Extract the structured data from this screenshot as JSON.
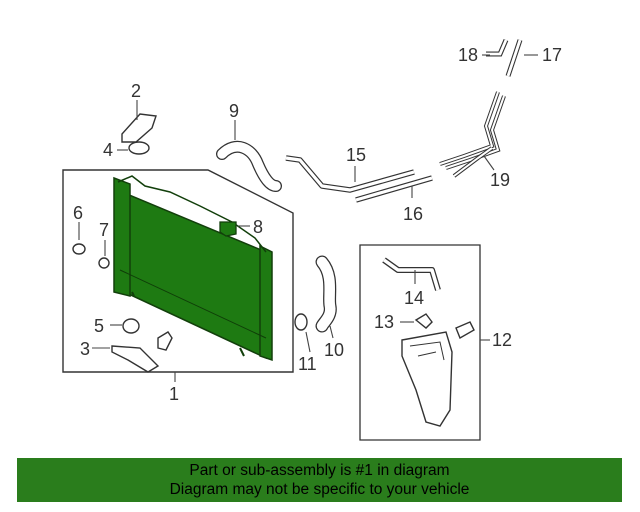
{
  "callouts": [
    "1",
    "2",
    "3",
    "4",
    "5",
    "6",
    "7",
    "8",
    "9",
    "10",
    "11",
    "12",
    "13",
    "14",
    "15",
    "16",
    "17",
    "18",
    "19"
  ],
  "banner": {
    "line1": "Part or sub-assembly is #1 in diagram",
    "line2": "Diagram may not be specific to your vehicle"
  },
  "colors": {
    "highlight": "#1e7a12",
    "banner": "#2a7d1c",
    "linework": "#333333"
  }
}
